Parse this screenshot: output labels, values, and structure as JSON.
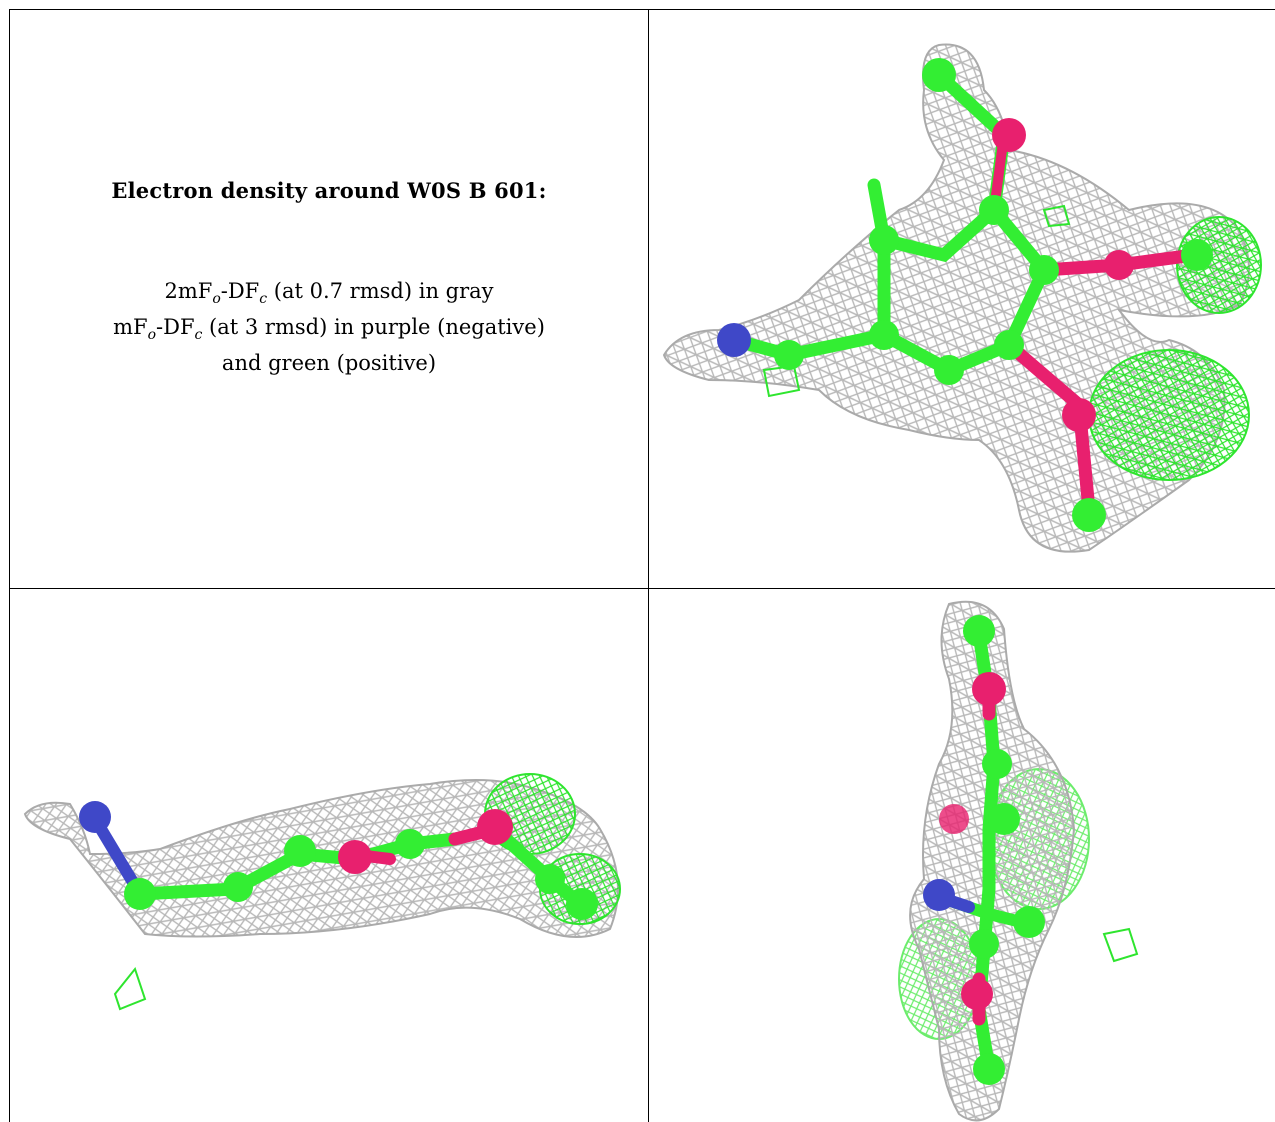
{
  "caption": {
    "title": "Electron density around W0S B 601:",
    "line1": {
      "a": "2mF",
      "sub1": "o",
      "b": "-DF",
      "sub2": "c",
      "c": " (at 0.7 rmsd) in gray"
    },
    "line2": {
      "a": "mF",
      "sub1": "o",
      "b": "-DF",
      "sub2": "c",
      "c": " (at 3 rmsd) in purple (negative)"
    },
    "line3": "and green (positive)"
  },
  "colors": {
    "mesh_2fofc": "#b8b8b8",
    "mesh_positive": "#2ee52e",
    "mesh_negative": "#cc00cc",
    "carbon": "#33ee33",
    "oxygen": "#e8206e",
    "nitrogen": "#3f48c8"
  },
  "panels": [
    "density-view-top",
    "density-view-side",
    "density-view-end"
  ]
}
